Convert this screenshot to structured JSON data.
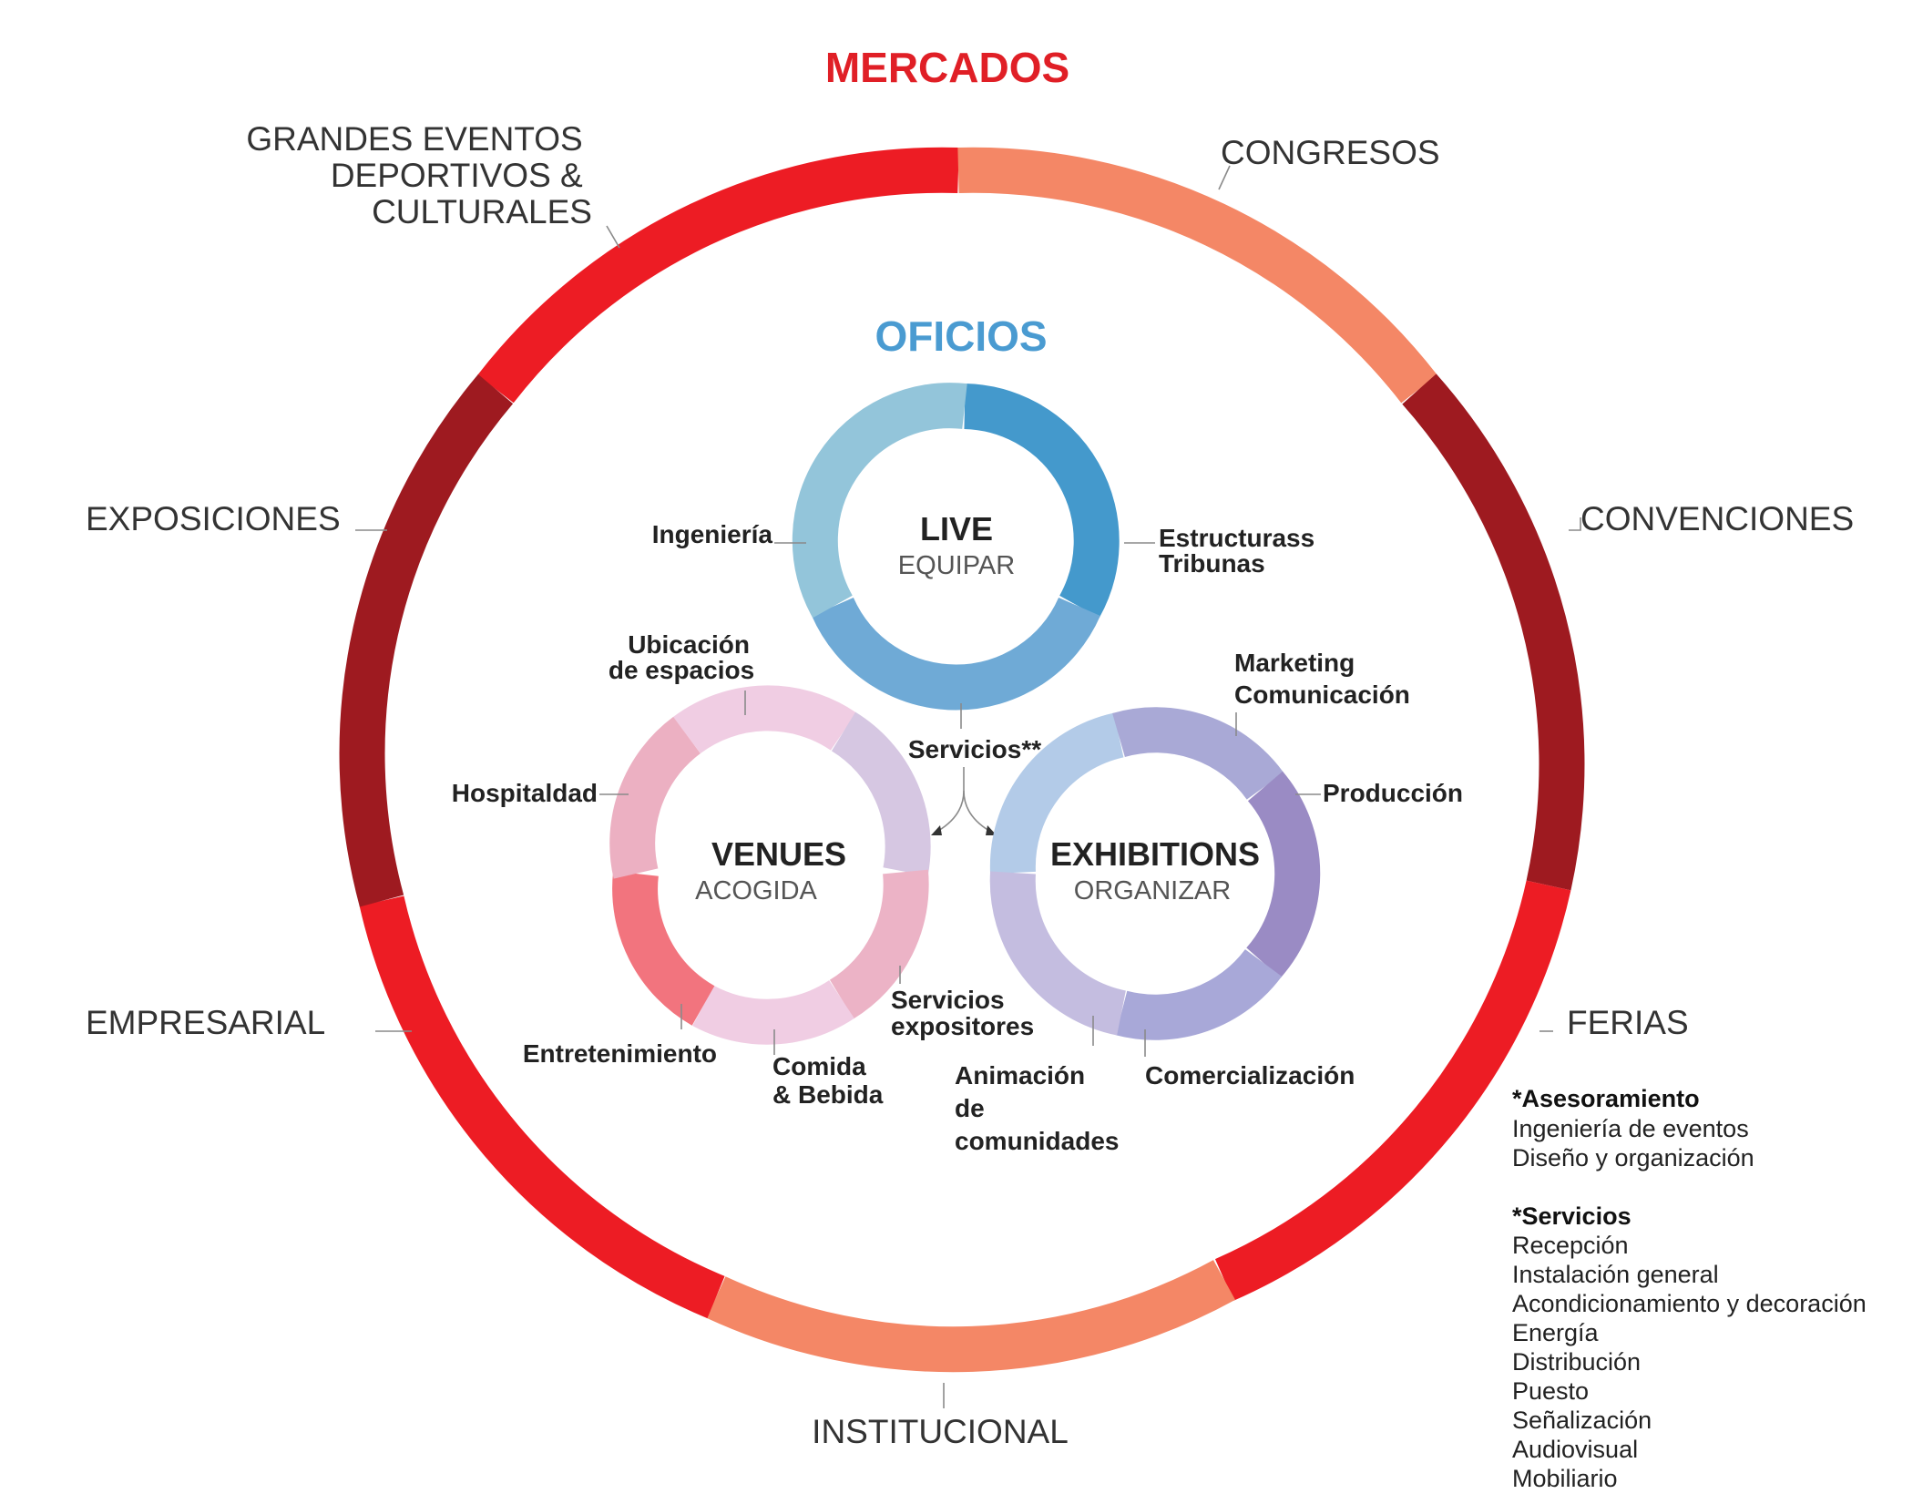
{
  "titles": {
    "mercados": "MERCADOS",
    "oficios": "OFICIOS"
  },
  "markets": {
    "grandes_eventos": [
      "GRANDES EVENTOS",
      "DEPORTIVOS &",
      "CULTURALES"
    ],
    "congresos": "CONGRESOS",
    "convenciones": "CONVENCIONES",
    "ferias": "FERIAS",
    "institucional": "INSTITUCIONAL",
    "empresarial": "EMPRESARIAL",
    "exposiciones": "EXPOSICIONES"
  },
  "live": {
    "name": "LIVE",
    "sub": "EQUIPAR",
    "ingenieria": "Ingeniería",
    "estructuras": [
      "Estructurass",
      "Tribunas"
    ],
    "servicios": "Servicios**"
  },
  "venues": {
    "name": "VENUES",
    "sub": "ACOGIDA",
    "ubicacion": [
      "Ubicación",
      "de espacios"
    ],
    "hospitalidad": "Hospitaldad",
    "servicios_expositores": [
      "Servicios",
      "expositores"
    ],
    "comida": [
      "Comida",
      "& Bebida"
    ],
    "entretenimiento": "Entretenimiento"
  },
  "exhibitions": {
    "name": "EXHIBITIONS",
    "sub": "ORGANIZAR",
    "marketing": [
      "Marketing",
      "Comunicación"
    ],
    "produccion": "Producción",
    "comercializacion": "Comercialización",
    "animacion": [
      "Animación",
      "de",
      "comunidades"
    ]
  },
  "notes": {
    "asesoramiento_title": "*Asesoramiento",
    "asesoramiento_items": [
      "Ingeniería de eventos",
      "Diseño y organización"
    ],
    "servicios_title": "*Servicios",
    "servicios_items": [
      "Recepción",
      "Instalación general",
      "Acondicionamiento y decoración",
      "Energía",
      "Distribución",
      "Puesto",
      "Señalización",
      "Audiovisual",
      "Mobiliario"
    ]
  },
  "colors": {
    "mercados_title": "#e01f26",
    "oficios_title": "#4a9bd1",
    "market_red": "#ed1c24",
    "market_dark": "#9e1a20",
    "market_salmon": "#f48766"
  }
}
